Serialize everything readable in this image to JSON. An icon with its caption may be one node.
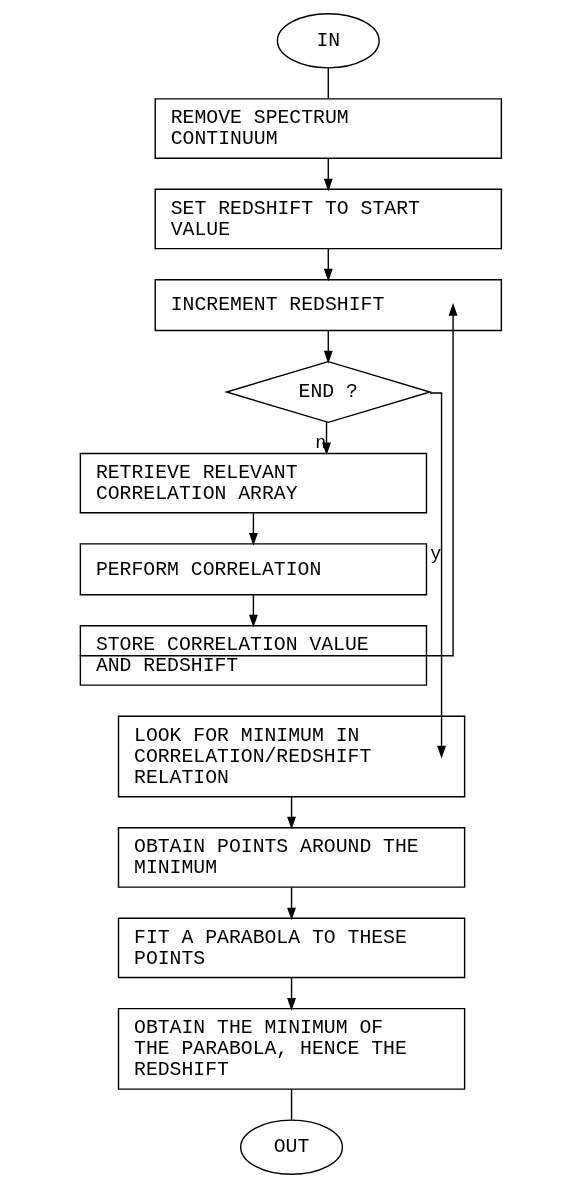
{
  "diagram": {
    "nodes": [
      {
        "text": [
          "IN"
        ]
      },
      {
        "text": [
          "REMOVE SPECTRUM CONTINUUM"
        ]
      },
      {
        "text": [
          "SET REDSHIFT TO START VALUE"
        ]
      },
      {
        "text": [
          "INCREMENT REDSHIFT"
        ]
      },
      {
        "text": [
          "END ?"
        ]
      },
      {
        "text": [
          "RETRIEVE RELEVANT CORRELATION ARRAY"
        ]
      },
      {
        "text": [
          "PERFORM CORRELATION"
        ]
      },
      {
        "text": [
          "STORE CORRELATION VALUE AND REDSHIFT"
        ]
      },
      {
        "text": [
          "LOOK FOR MINIMUM IN CORRELATION/REDSHIFT RELATION"
        ]
      },
      {
        "text": [
          "OBTAIN POINTS AROUND THE MINIMUM"
        ]
      },
      {
        "text": [
          "FIT A PARABOLA TO THESE POINTS"
        ]
      },
      {
        "text": [
          "OBTAIN THE MINIMUM OF THE PARABOLA, HENCE THE REDSHIFT"
        ]
      },
      {
        "text": [
          "OUT"
        ]
      }
    ],
    "edges": [
      {
        "from": 0,
        "to": 1,
        "arrow": "none"
      },
      {
        "from": 1,
        "to": 2,
        "arrow": "to"
      },
      {
        "from": 2,
        "to": 3,
        "arrow": "to"
      },
      {
        "from": 3,
        "to": 4,
        "arrow": "to"
      },
      {
        "from": 4,
        "to": 5,
        "arrow": "to",
        "label": "n"
      },
      {
        "from": 5,
        "to": 6,
        "arrow": "to"
      },
      {
        "from": 6,
        "to": 7,
        "arrow": "to"
      },
      {
        "from": 7,
        "to": 3,
        "arrow": "to"
      },
      {
        "from": 4,
        "to": 8,
        "arrow": "to",
        "label": "y"
      },
      {
        "from": 8,
        "to": 9,
        "arrow": "to"
      },
      {
        "from": 9,
        "to": 10,
        "arrow": "to"
      },
      {
        "from": 10,
        "to": 11,
        "arrow": "to"
      },
      {
        "from": 11,
        "to": 12,
        "arrow": "none"
      }
    ]
  }
}
